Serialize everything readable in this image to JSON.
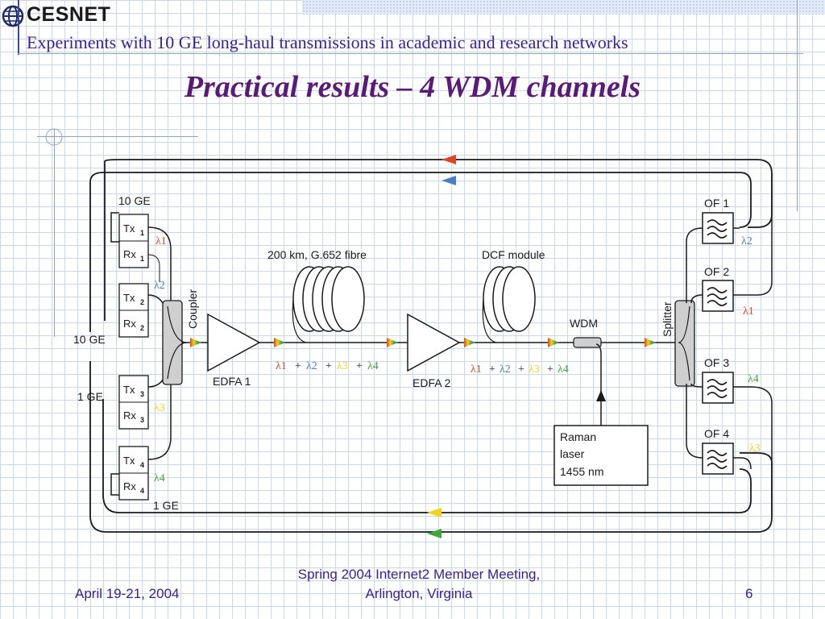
{
  "header": {
    "logo_text": "CESNET",
    "subtitle": "Experiments with 10 GE long-haul transmissions in academic and research networks",
    "title": "Practical results – 4 WDM channels"
  },
  "diagram": {
    "left_ports": {
      "top_label": "10 GE",
      "port1_tx": "Tx",
      "port1_tx_sub": "1",
      "port1_rx": "Rx",
      "port1_rx_sub": "1",
      "port2_tx": "Tx",
      "port2_tx_sub": "2",
      "port2_rx": "Rx",
      "port2_rx_sub": "2",
      "port3_tx": "Tx",
      "port3_tx_sub": "3",
      "port3_rx": "Rx",
      "port3_rx_sub": "3",
      "port4_tx": "Tx",
      "port4_tx_sub": "4",
      "port4_rx": "Rx",
      "port4_rx_sub": "4",
      "label_10ge": "10 GE",
      "label_1ge": "1 GE",
      "bottom_label": "1 GE"
    },
    "lambda_labels": {
      "l1": "λ1",
      "l2": "λ2",
      "l3": "λ3",
      "l4": "λ4"
    },
    "components": {
      "coupler": "Coupler",
      "edfa1": "EDFA 1",
      "fibre": "200 km, G.652 fibre",
      "edfa2": "EDFA 2",
      "dcf": "DCF module",
      "wdm": "WDM",
      "splitter": "Splitter",
      "raman_line1": "Raman",
      "raman_line2": "laser",
      "raman_line3": "1455 nm",
      "of1": "OF 1",
      "of2": "OF 2",
      "of3": "OF 3",
      "of4": "OF 4"
    },
    "sum_labels": {
      "plus": "+"
    },
    "colors": {
      "lambda1": "#e0452c",
      "lambda2": "#4a7fc6",
      "lambda3": "#f2d21b",
      "lambda4": "#3ea83a",
      "line": "#1a1a1a",
      "coupler_fill": "#cfcfcf"
    }
  },
  "footer": {
    "date": "April 19-21, 2004",
    "meeting_line1": "Spring 2004 Internet2 Member Meeting,",
    "meeting_line2": "Arlington, Virginia",
    "page": "6"
  }
}
